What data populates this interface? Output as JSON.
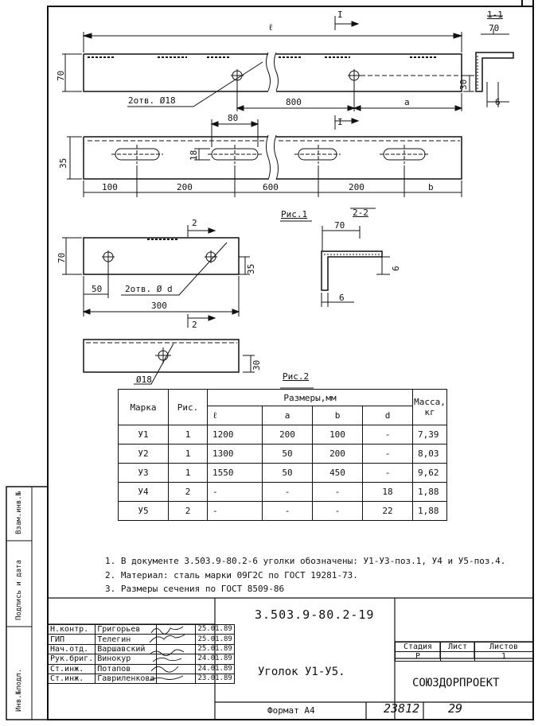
{
  "sheet": {
    "doc_code": "3.503.9-80.2-19",
    "title": "Уголок У1-У5.",
    "company": "СОЮЗДОРПРОЕКТ",
    "format": "Формат А4",
    "handwritten_number": "23812",
    "handwritten_page": "29",
    "stage_header": "Стадия",
    "sheet_header": "Лист",
    "sheets_header": "Листов",
    "stage": "Р",
    "sheets": "1"
  },
  "margin_labels": [
    "Взам.инв.№",
    "Подпись и дата",
    "Инв.№подл."
  ],
  "figure1": {
    "caption": "Рис.1",
    "section_label": "1-1",
    "section_mark": "I",
    "dim_l": "ℓ",
    "dim_70": "70",
    "dim_800": "800",
    "dim_a": "a",
    "dim_30": "30",
    "holes_label": "2отв. Ø18",
    "dim_80": "80",
    "dim_18": "18",
    "dim_35": "35",
    "dim_100": "100",
    "dim_200a": "200",
    "dim_600": "600",
    "dim_200b": "200",
    "dim_b": "b",
    "sec_70": "70",
    "sec_6": "6"
  },
  "figure2": {
    "caption": "Рис.2",
    "section_label": "2-2",
    "section_mark": "2",
    "dim_70": "70",
    "dim_35": "35",
    "dim_50": "50",
    "holes_label": "2отв. Ø d",
    "dim_300": "300",
    "dim_30": "30",
    "hole_18": "Ø18",
    "sec_70": "70",
    "sec_6a": "6",
    "sec_6b": "6"
  },
  "table": {
    "header_mark": "Марка",
    "header_fig": "Рис.",
    "header_dims": "Размеры,мм",
    "header_mass": "Масса,",
    "header_mass_unit": "кг",
    "sub_headers": [
      "ℓ",
      "a",
      "b",
      "d"
    ],
    "rows": [
      [
        "У1",
        "1",
        "1200",
        "200",
        "100",
        "-",
        "7,39"
      ],
      [
        "У2",
        "1",
        "1300",
        "50",
        "200",
        "-",
        "8,03"
      ],
      [
        "У3",
        "1",
        "1550",
        "50",
        "450",
        "-",
        "9,62"
      ],
      [
        "У4",
        "2",
        "-",
        "-",
        "-",
        "18",
        "1,88"
      ],
      [
        "У5",
        "2",
        "-",
        "-",
        "-",
        "22",
        "1,88"
      ]
    ]
  },
  "notes": [
    "1. В документе 3.503.9-80.2-6 уголки обозначены: У1-У3-поз.1, У4 и У5-поз.4.",
    "2. Материал: сталь марки 09Г2С по ГОСТ 19281-73.",
    "3. Размеры сечения по ГОСТ 8509-86"
  ],
  "stamp": [
    {
      "role": "Н.контр.",
      "name": "Григорьев",
      "date": "25.01.89"
    },
    {
      "role": "ГИП",
      "name": "Телегин",
      "date": "25.01.89"
    },
    {
      "role": "Нач.отд.",
      "name": "Варшавский",
      "date": "25.01.89"
    },
    {
      "role": "Рук.бриг.",
      "name": "Винокур",
      "date": "24.01.89"
    },
    {
      "role": "Ст.инж.",
      "name": "Потапов",
      "date": "24.01.89"
    },
    {
      "role": "Ст.инж.",
      "name": "Гавриленкова",
      "date": "23.01.89"
    }
  ]
}
